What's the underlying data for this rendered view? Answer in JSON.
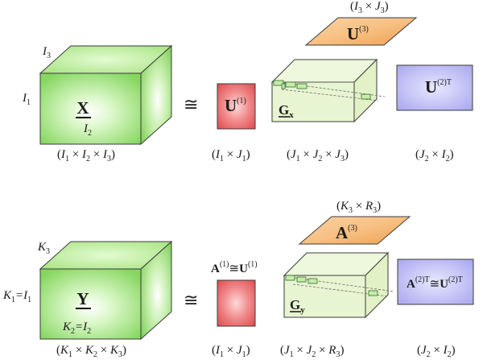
{
  "top": {
    "cube_label": "X",
    "dim_top": "I",
    "dim_top_sub": "3",
    "dim_left": "I",
    "dim_left_sub": "1",
    "dim_bottom": "I",
    "dim_bottom_sub": "2",
    "approx": "≅",
    "u1_label": "U",
    "u1_sup": "(1)",
    "core_label": "G",
    "core_sub": "x",
    "u3_label": "U",
    "u3_sup": "(3)",
    "u2_label": "U",
    "u2_sup": "(2)T",
    "u3_size": [
      "I",
      "3",
      "J",
      "3"
    ],
    "x_size": [
      "I",
      "1",
      "I",
      "2",
      "I",
      "3"
    ],
    "u1_size": [
      "I",
      "1",
      "J",
      "1"
    ],
    "core_size": [
      "J",
      "1",
      "J",
      "2",
      "J",
      "3"
    ],
    "u2_size": [
      "J",
      "2",
      "I",
      "2"
    ]
  },
  "bottom": {
    "cube_label": "Y",
    "dim_top": "K",
    "dim_top_sub": "3",
    "dim_left": "K",
    "dim_left_sub": "1",
    "dim_left_eq": "=I",
    "dim_left_eq_sub": "1",
    "dim_bottom": "K",
    "dim_bottom_sub": "2",
    "dim_bottom_eq": "=I",
    "dim_bottom_eq_sub": "2",
    "approx": "≅",
    "a1_label": "A",
    "a1_sup": "(1)",
    "a1_approx": "≅",
    "a1_u_label": "U",
    "a1_u_sup": "(1)",
    "core_label": "G",
    "core_sub": "y",
    "a3_label": "A",
    "a3_sup": "(3)",
    "a2_label": "A",
    "a2_sup": "(2)T",
    "a2_approx": "≅",
    "a2_u_label": "U",
    "a2_u_sup": "(2)T",
    "a3_size": [
      "K",
      "3",
      "R",
      "3"
    ],
    "y_size": [
      "K",
      "1",
      "K",
      "2",
      "K",
      "3"
    ],
    "a1_size": [
      "I",
      "1",
      "J",
      "1"
    ],
    "core_size": [
      "J",
      "1",
      "J",
      "2",
      "R",
      "3"
    ],
    "a2_size": [
      "J",
      "2",
      "I",
      "2"
    ]
  },
  "colors": {
    "green_face": "#9be07a",
    "green_top": "#b8ee98",
    "green_side": "#86d262",
    "core_fill": "#e6f4c8",
    "red": "#e85a5c",
    "orange": "#f2ab5c",
    "blue": "#a9a8f2",
    "stroke": "#222222"
  }
}
